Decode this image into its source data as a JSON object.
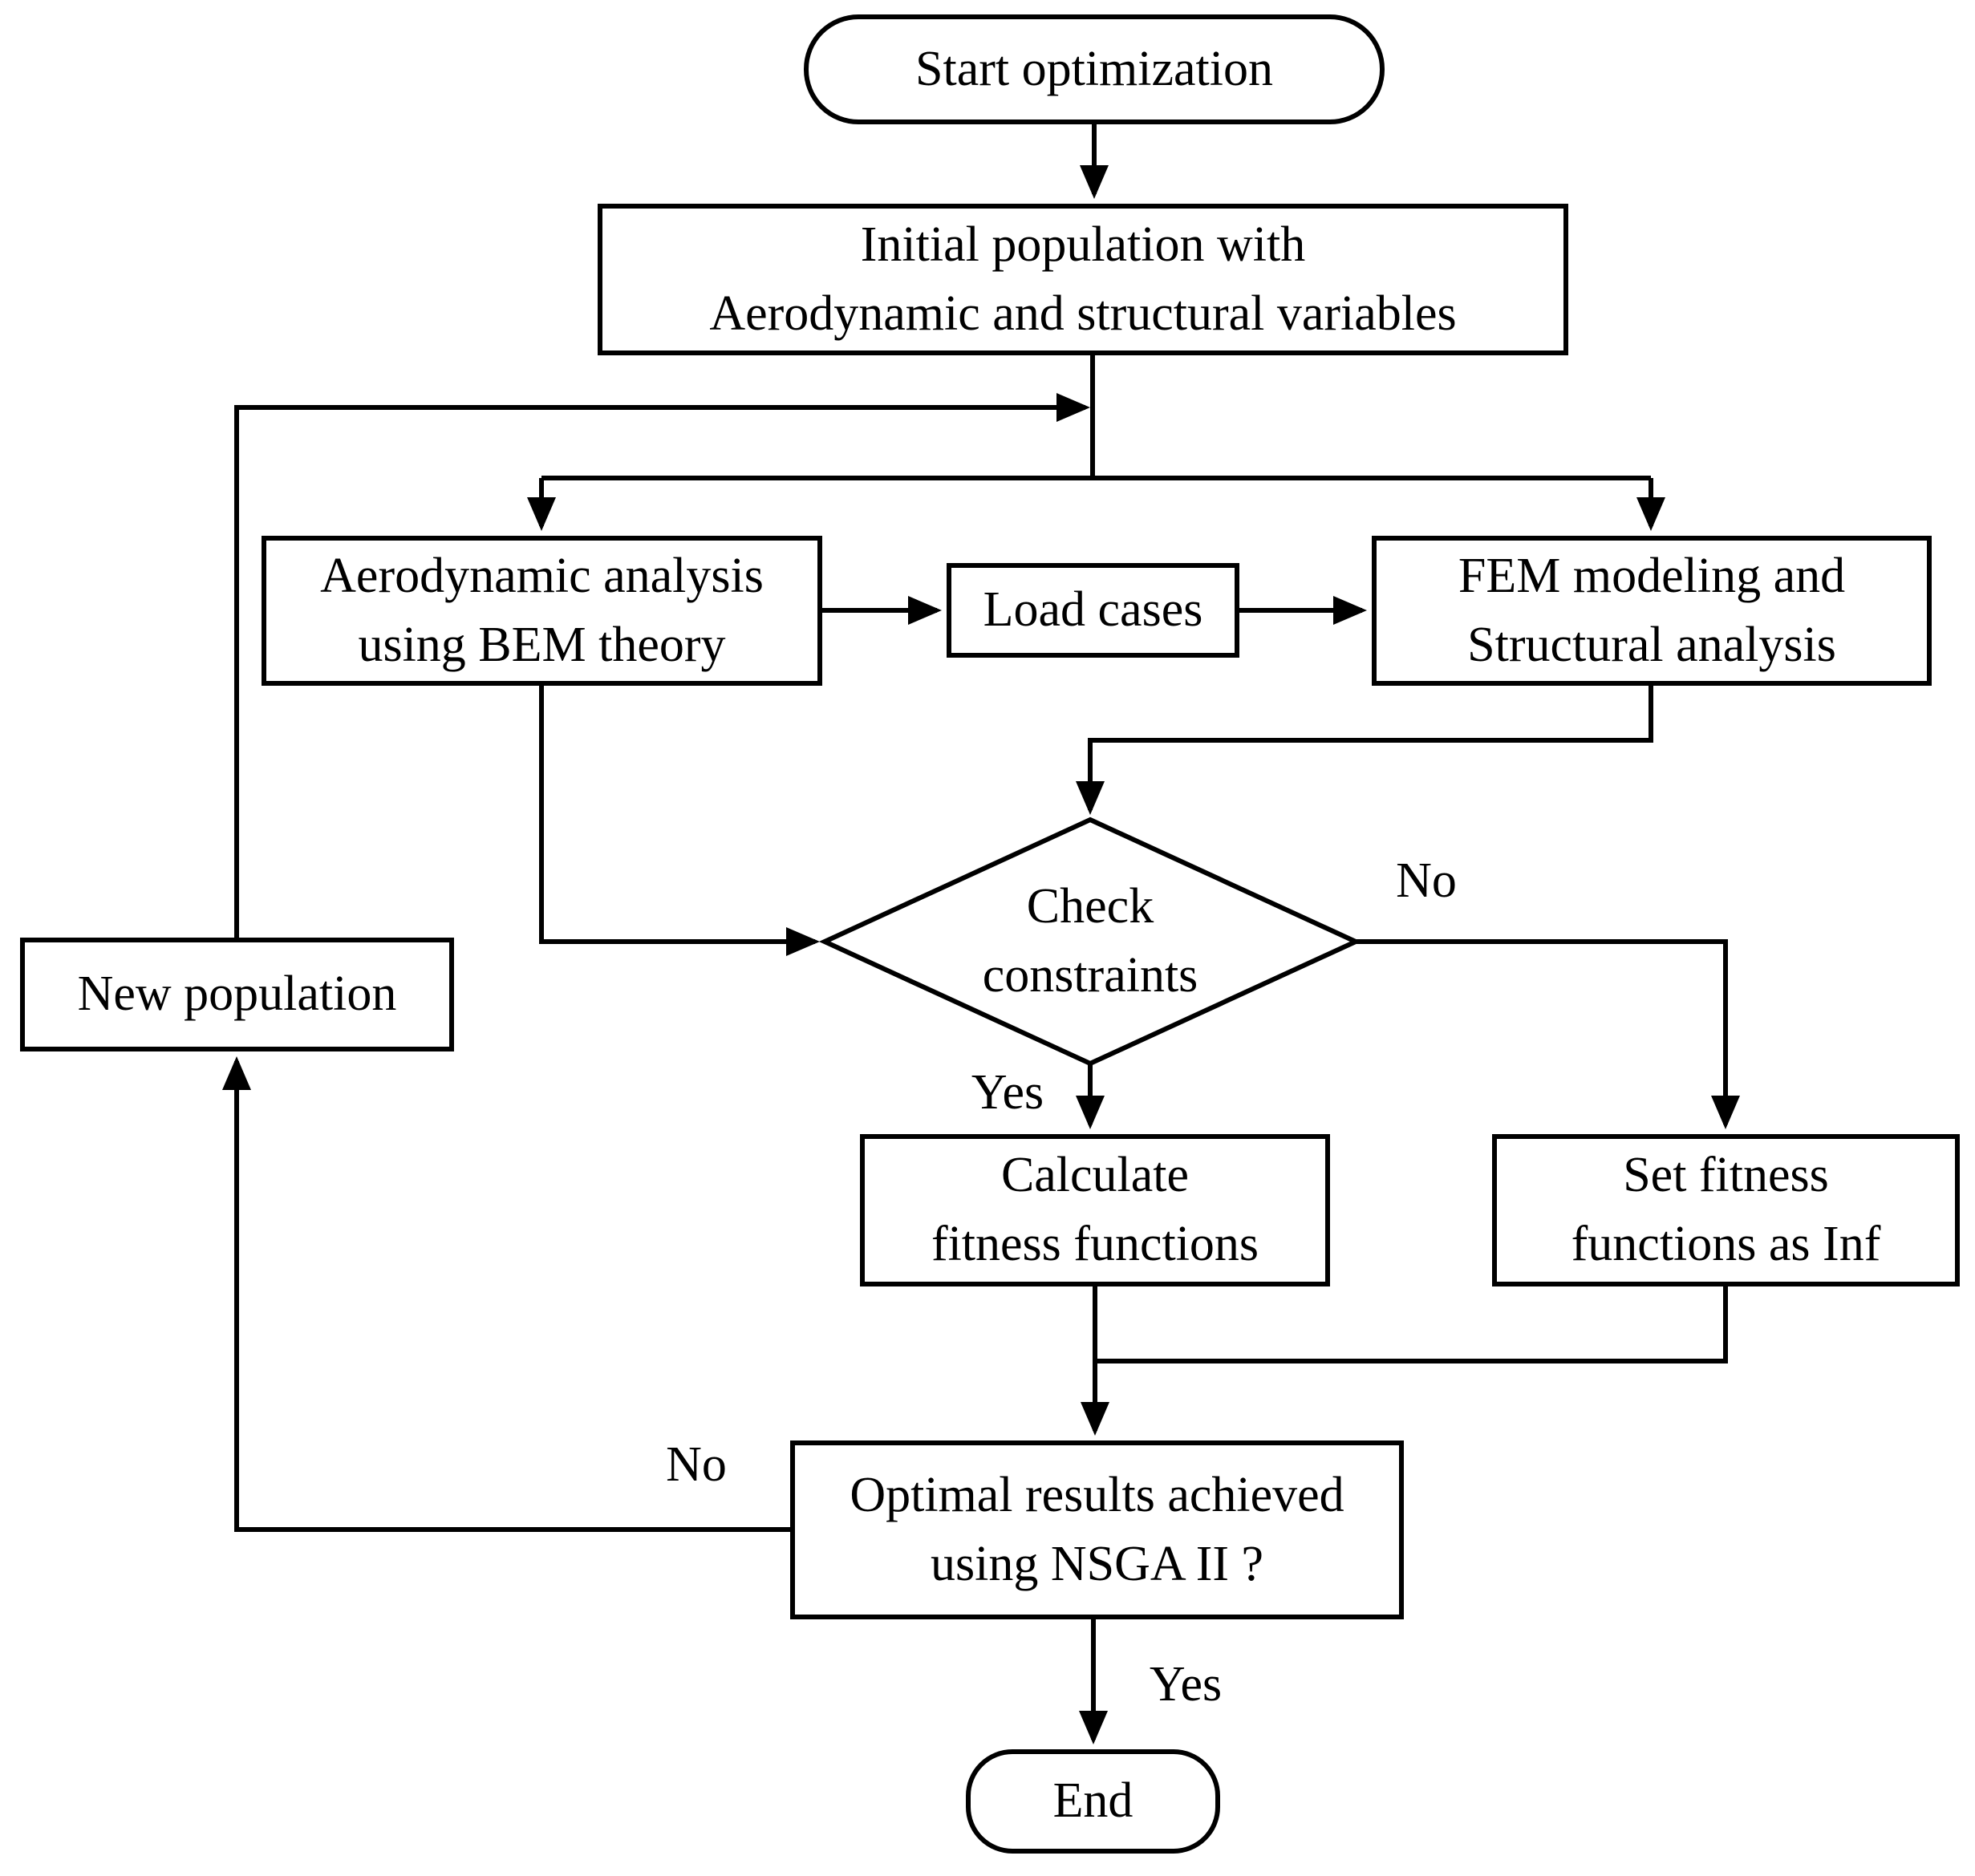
{
  "colors": {
    "background": "#ffffff",
    "line": "#000000",
    "text": "#000000"
  },
  "nodes": {
    "start": {
      "label": "Start optimization"
    },
    "initial_population": {
      "line1": "Initial population with",
      "line2": "Aerodynamic and structural variables"
    },
    "aerodynamic_analysis": {
      "line1": "Aerodynamic analysis",
      "line2": "using BEM theory"
    },
    "load_cases": {
      "label": "Load cases"
    },
    "fem_modeling": {
      "line1": "FEM modeling and",
      "line2": "Structural analysis"
    },
    "check_constraints": {
      "line1": "Check",
      "line2": "constraints"
    },
    "new_population": {
      "label": "New population"
    },
    "calculate_fitness": {
      "line1": "Calculate",
      "line2": "fitness functions"
    },
    "set_fitness_inf": {
      "line1": "Set fitness",
      "line2": "functions as Inf"
    },
    "optimal_results": {
      "line1": "Optimal results achieved",
      "line2": "using NSGA II ?"
    },
    "end": {
      "label": "End"
    }
  },
  "edge_labels": {
    "constraints_no": "No",
    "constraints_yes": "Yes",
    "optimal_no": "No",
    "optimal_yes": "Yes"
  }
}
